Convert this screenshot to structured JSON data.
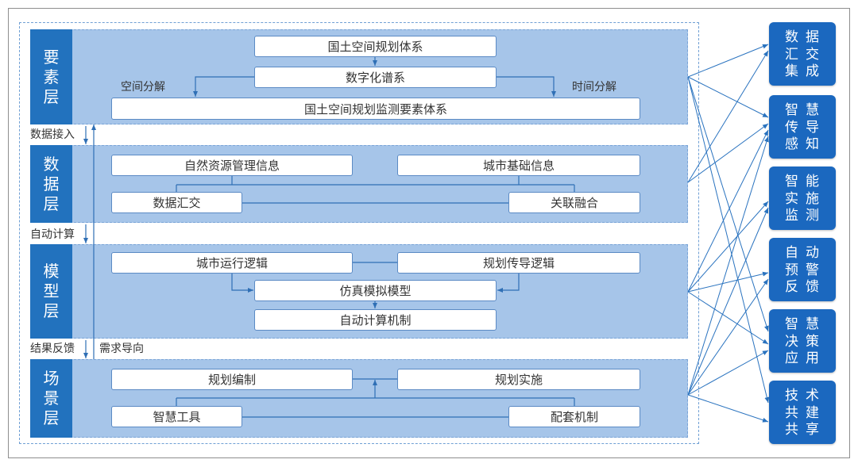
{
  "layers": [
    {
      "label": "要素层",
      "top": "国土空间规划体系",
      "middle": "数字化谱系",
      "bottom": "国土空间规划监测要素体系",
      "left_note": "空间分解",
      "right_note": "时间分解"
    },
    {
      "label": "数据层",
      "top_left": "自然资源管理信息",
      "top_right": "城市基础信息",
      "bottom_left": "数据汇交",
      "bottom_right": "关联融合"
    },
    {
      "label": "模型层",
      "top_left": "城市运行逻辑",
      "top_right": "规划传导逻辑",
      "middle": "仿真模拟模型",
      "bottom": "自动计算机制"
    },
    {
      "label": "场景层",
      "top_left": "规划编制",
      "top_right": "规划实施",
      "bottom_left": "智慧工具",
      "bottom_right": "配套机制"
    }
  ],
  "flow_labels": {
    "data_access": "数据接入",
    "auto_compute": "自动计算",
    "result_feedback": "结果反馈",
    "demand_guidance": "需求导向"
  },
  "capabilities": [
    {
      "label": "数据汇交集成"
    },
    {
      "label": "智慧传导感知"
    },
    {
      "label": "智能实施监测"
    },
    {
      "label": "自动预警反馈"
    },
    {
      "label": "智慧决策应用"
    },
    {
      "label": "技术共建共享"
    }
  ],
  "links": [
    {
      "from": 0,
      "to": 0
    },
    {
      "from": 0,
      "to": 1
    },
    {
      "from": 0,
      "to": 4
    },
    {
      "from": 0,
      "to": 5
    },
    {
      "from": 1,
      "to": 0
    },
    {
      "from": 1,
      "to": 1
    },
    {
      "from": 2,
      "to": 1
    },
    {
      "from": 2,
      "to": 2
    },
    {
      "from": 2,
      "to": 3
    },
    {
      "from": 2,
      "to": 4
    },
    {
      "from": 3,
      "to": 1
    },
    {
      "from": 3,
      "to": 2
    },
    {
      "from": 3,
      "to": 3
    },
    {
      "from": 3,
      "to": 4
    },
    {
      "from": 3,
      "to": 5
    }
  ],
  "colors": {
    "band_bg": "#a6c5e9",
    "label_bg": "#2272be",
    "capability_bg": "#1b68bf",
    "connector": "#2f6fb5",
    "link": "#2a73bf"
  }
}
